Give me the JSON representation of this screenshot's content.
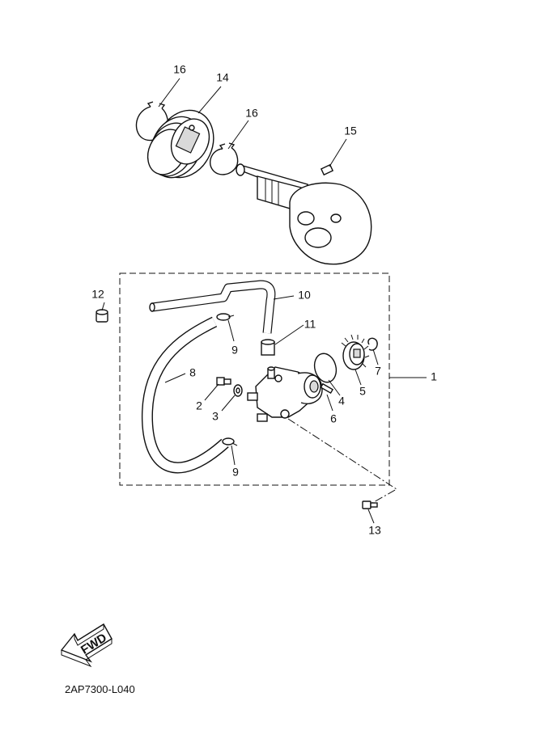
{
  "callouts": [
    {
      "id": "c1",
      "text": "1"
    },
    {
      "id": "c2",
      "text": "2"
    },
    {
      "id": "c3",
      "text": "3"
    },
    {
      "id": "c4",
      "text": "4"
    },
    {
      "id": "c5",
      "text": "5"
    },
    {
      "id": "c6",
      "text": "6"
    },
    {
      "id": "c7",
      "text": "7"
    },
    {
      "id": "c8",
      "text": "8"
    },
    {
      "id": "c9a",
      "text": "9"
    },
    {
      "id": "c9b",
      "text": "9"
    },
    {
      "id": "c10",
      "text": "10"
    },
    {
      "id": "c11",
      "text": "11"
    },
    {
      "id": "c12",
      "text": "12"
    },
    {
      "id": "c13",
      "text": "13"
    },
    {
      "id": "c14",
      "text": "14"
    },
    {
      "id": "c15",
      "text": "15"
    },
    {
      "id": "c16a",
      "text": "16"
    },
    {
      "id": "c16b",
      "text": "16"
    }
  ],
  "direction_arrow": {
    "text": "FWD"
  },
  "drawing_code": "2AP7300-L040"
}
